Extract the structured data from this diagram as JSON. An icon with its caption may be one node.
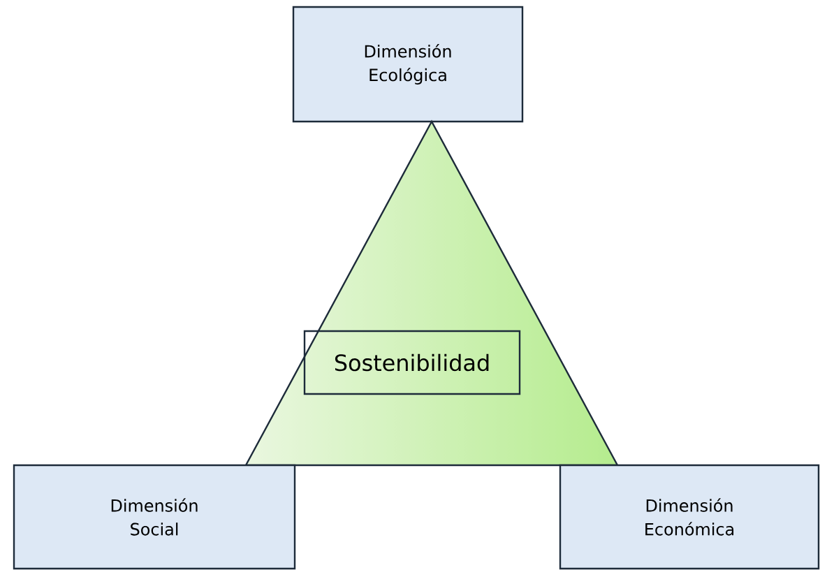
{
  "diagram": {
    "nodes": [
      {
        "text": [
          "Dimensión Ecológica"
        ]
      },
      {
        "text": [],
        "shape": "triangle"
      },
      {
        "text": [
          "Sostenibilidad"
        ],
        "in": 1
      },
      {
        "text": [
          "Dimensión Social"
        ]
      },
      {
        "text": [
          "Dimensión Económica"
        ]
      }
    ]
  }
}
